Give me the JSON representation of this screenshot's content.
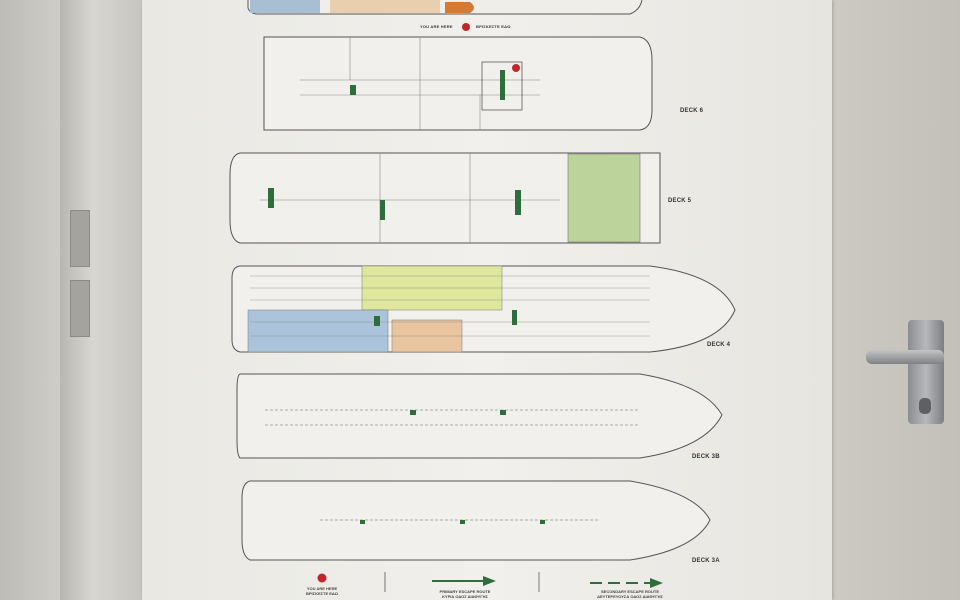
{
  "legend_top": {
    "you_are_here_en": "YOU ARE HERE",
    "you_are_here_gr": "ΒΡΙΣΚΕΣΤΕ ΕΔΩ"
  },
  "decks": [
    {
      "label": "DECK 6"
    },
    {
      "label": "DECK 5"
    },
    {
      "label": "DECK 4"
    },
    {
      "label": "DECK 3B"
    },
    {
      "label": "DECK 3A"
    }
  ],
  "legend": {
    "you_are_here_en": "YOU ARE HERE",
    "you_are_here_gr": "ΒΡΙΣΚΕΣΤΕ ΕΔΩ",
    "primary_en": "PRIMARY ESCAPE ROUTE",
    "primary_gr": "ΚΥΡΙΑ ΟΔΟΣ ΔΙΑΦΥΓΗΣ",
    "secondary_en": "SECONDARY ESCAPE ROUTE",
    "secondary_gr": "ΔΕΥΤΕΡΕΥΟΥΣΑ ΟΔΟΣ ΔΙΑΦΥΓΗΣ"
  },
  "colors": {
    "marker": "#c0262a",
    "route": "#2f6e3c",
    "lounge_green": "#b9d39a",
    "cabin_yellow": "#dfe79a",
    "cabin_blue": "#a9c3dc",
    "cabin_orange": "#e8c39e"
  }
}
